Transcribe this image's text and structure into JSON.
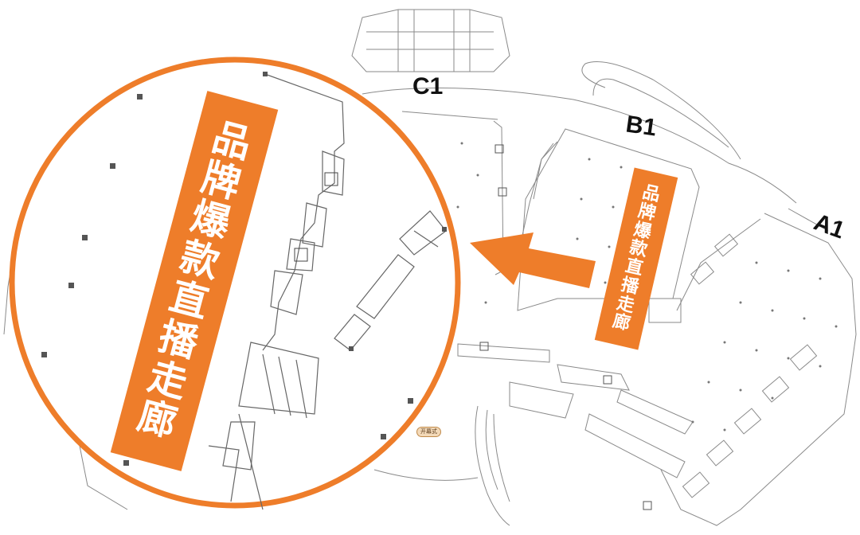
{
  "halls": {
    "c1": "C1",
    "b1": "B1",
    "a1": "A1"
  },
  "corridor": {
    "chars": [
      "品",
      "牌",
      "爆",
      "款",
      "直",
      "播",
      "走",
      "廊"
    ]
  },
  "tags": {
    "entrance": "开幕式"
  },
  "colors": {
    "accent": "#ee7d2a",
    "line": "#555555",
    "background": "#ffffff"
  },
  "icons": {
    "restroom": "restroom-icon",
    "arrow": "pointer-arrow-icon",
    "magnifier": "zoom-circle"
  }
}
